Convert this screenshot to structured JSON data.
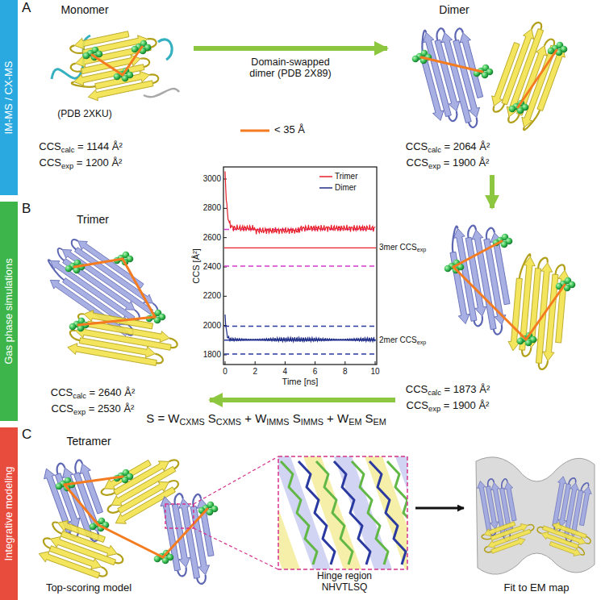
{
  "diagram": {
    "nodes": [
      {
        "text": [
          "IM-MS / CX-MS"
        ]
      },
      {
        "text": [
          "Gas phase simulations"
        ]
      },
      {
        "text": [
          "Integrative modeling"
        ]
      },
      {
        "text": [
          "Monomer",
          "(PDB 2XKU)",
          "CCScalc = 1144 Å²",
          "CCSexp = 1200 Å²"
        ]
      },
      {
        "text": [
          "Dimer",
          "CCScalc = 2064 Å²",
          "CCSexp = 1900 Å²"
        ]
      },
      {
        "text": [
          "CCScalc = 1873 Å²",
          "CCSexp = 1900 Å²"
        ]
      },
      {
        "text": [
          "Trimer",
          "CCScalc = 2640 Å²",
          "CCSexp = 2530 Å²"
        ]
      },
      {
        "text": [
          "Tetramer",
          "Top-scoring model"
        ]
      },
      {
        "text": [
          "Hinge region NHVTLSQ"
        ]
      },
      {
        "text": [
          "Fit to EM map"
        ]
      }
    ],
    "edges": [
      {
        "from": 3,
        "to": 4,
        "arrow": "to",
        "label": "Domain-swapped dimer (PDB 2X89)"
      },
      {
        "from": 4,
        "to": 5,
        "arrow": "to"
      },
      {
        "from": 5,
        "to": 6,
        "arrow": "to"
      },
      {
        "from": 8,
        "to": 9,
        "arrow": "to"
      }
    ],
    "labels": [
      "A",
      "B",
      "C",
      "0",
      "2",
      "4",
      "6",
      "8",
      "10",
      "Time [ns]",
      "1800",
      "2000",
      "2200",
      "2400",
      "2600",
      "2800",
      "3000",
      "CCS [Å²]",
      "3mer CCSexp",
      "2mer CCSexp",
      "S = WCXMS SCXMS + WIMMS SIMMS + WEM SEM"
    ],
    "legend": [
      {
        "text": "< 35 Å"
      },
      {
        "text": "Trimer"
      },
      {
        "text": "Dimer"
      }
    ]
  }
}
